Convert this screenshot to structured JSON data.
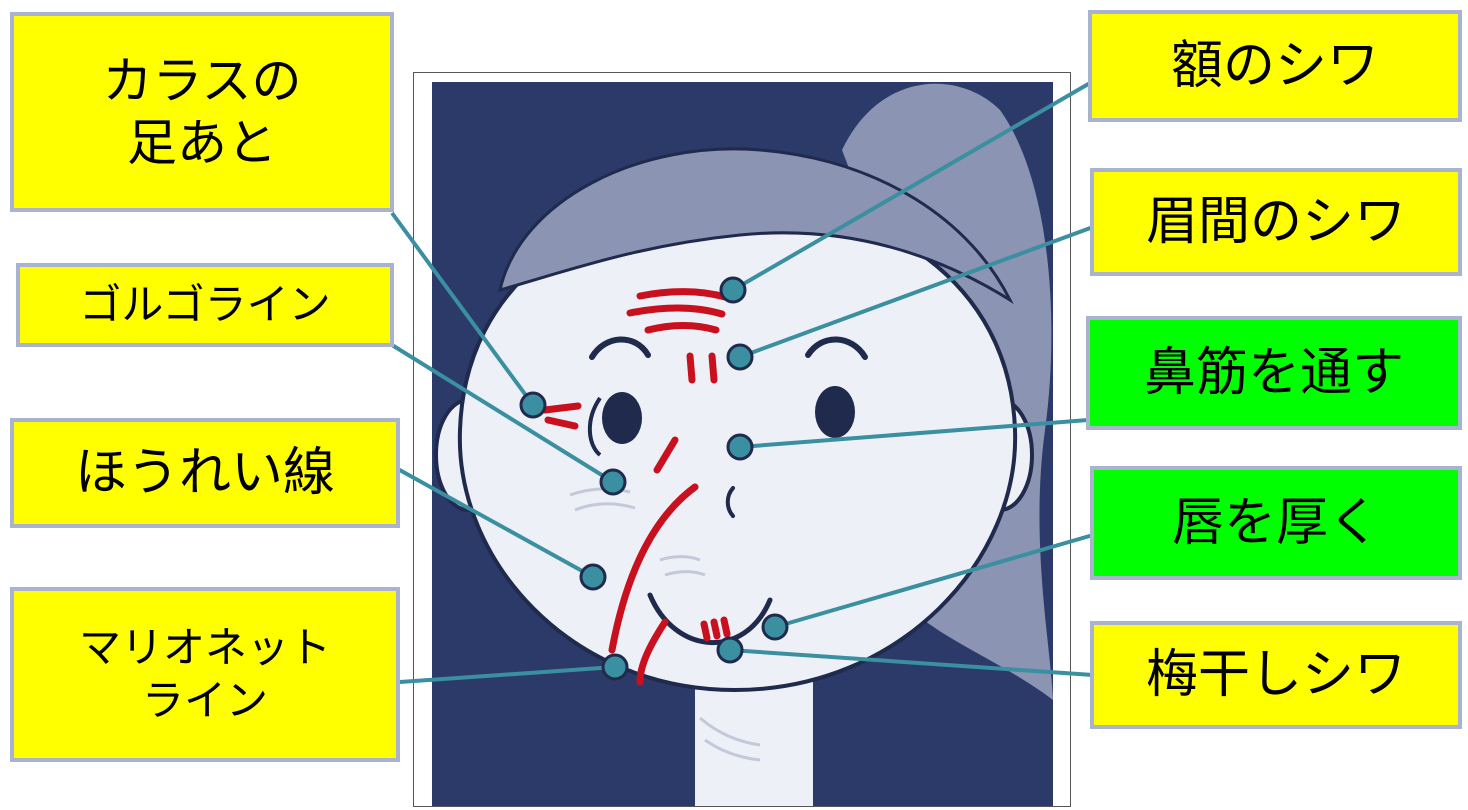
{
  "colors": {
    "label_yellow": "#ffff00",
    "label_green": "#00ff00",
    "label_border": "#a9b3cf",
    "leader_line": "#3a8fa0",
    "marker": "#3a8fa0",
    "wrinkle": "#c8101e",
    "background_navy": "#2b3a69",
    "hair": "#8b94b2",
    "face": "#eef0f8"
  },
  "labels": {
    "crows_feet": "カラスの\n足あと",
    "forehead": "額のシワ",
    "glabella": "眉間のシワ",
    "golgo": "ゴルゴライン",
    "nose_bridge": "鼻筋を通す",
    "nasolabial": "ほうれい線",
    "lips": "唇を厚く",
    "marionette": "マリオネット\nライン",
    "chin": "梅干しシワ"
  }
}
